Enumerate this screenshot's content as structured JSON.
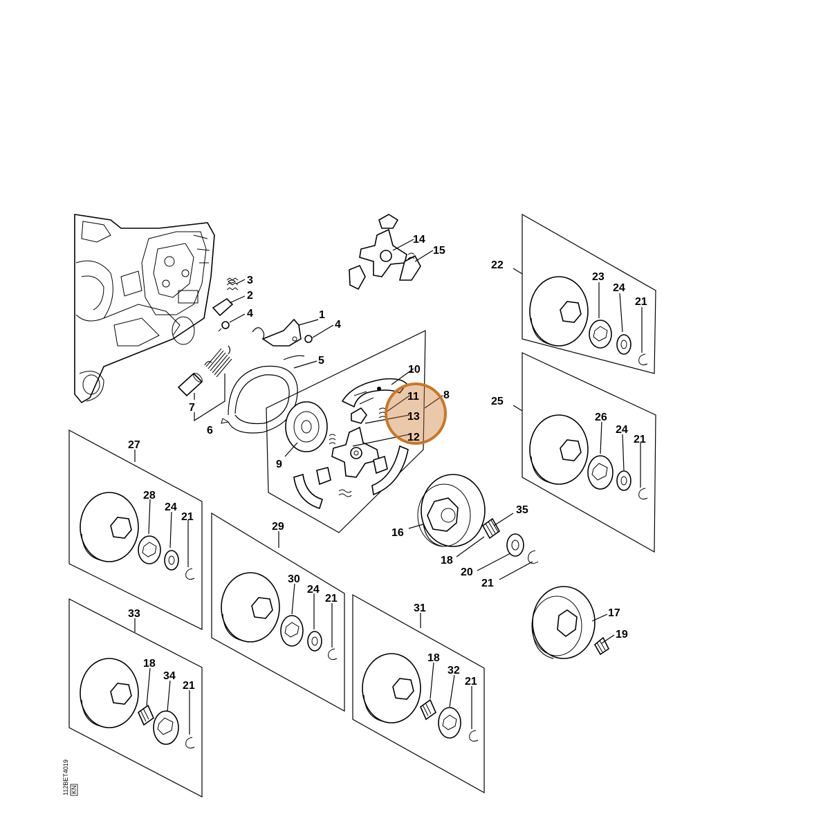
{
  "diagram": {
    "labels": [
      {
        "id": "l1",
        "text": "1"
      },
      {
        "id": "l2",
        "text": "2"
      },
      {
        "id": "l3",
        "text": "3"
      },
      {
        "id": "l4a",
        "text": "4"
      },
      {
        "id": "l4b",
        "text": "4"
      },
      {
        "id": "l5",
        "text": "5"
      },
      {
        "id": "l6",
        "text": "6"
      },
      {
        "id": "l7",
        "text": "7"
      },
      {
        "id": "l8",
        "text": "8"
      },
      {
        "id": "l9",
        "text": "9"
      },
      {
        "id": "l10",
        "text": "10"
      },
      {
        "id": "l11",
        "text": "11"
      },
      {
        "id": "l12",
        "text": "12"
      },
      {
        "id": "l13",
        "text": "13"
      },
      {
        "id": "l14",
        "text": "14"
      },
      {
        "id": "l15",
        "text": "15"
      },
      {
        "id": "l16",
        "text": "16"
      },
      {
        "id": "l17",
        "text": "17"
      },
      {
        "id": "l18a",
        "text": "18"
      },
      {
        "id": "l18b",
        "text": "18"
      },
      {
        "id": "l18c",
        "text": "18"
      },
      {
        "id": "l19",
        "text": "19"
      },
      {
        "id": "l20",
        "text": "20"
      },
      {
        "id": "l21a",
        "text": "21"
      },
      {
        "id": "l21b",
        "text": "21"
      },
      {
        "id": "l21c",
        "text": "21"
      },
      {
        "id": "l21d",
        "text": "21"
      },
      {
        "id": "l21e",
        "text": "21"
      },
      {
        "id": "l21f",
        "text": "21"
      },
      {
        "id": "l21g",
        "text": "21"
      },
      {
        "id": "l22",
        "text": "22"
      },
      {
        "id": "l23",
        "text": "23"
      },
      {
        "id": "l24a",
        "text": "24"
      },
      {
        "id": "l24b",
        "text": "24"
      },
      {
        "id": "l24c",
        "text": "24"
      },
      {
        "id": "l24d",
        "text": "24"
      },
      {
        "id": "l25",
        "text": "25"
      },
      {
        "id": "l26",
        "text": "26"
      },
      {
        "id": "l27",
        "text": "27"
      },
      {
        "id": "l28",
        "text": "28"
      },
      {
        "id": "l29",
        "text": "29"
      },
      {
        "id": "l30",
        "text": "30"
      },
      {
        "id": "l31",
        "text": "31"
      },
      {
        "id": "l32",
        "text": "32"
      },
      {
        "id": "l33",
        "text": "33"
      },
      {
        "id": "l34",
        "text": "34"
      },
      {
        "id": "l35",
        "text": "35"
      }
    ],
    "highlight_color": "#c8772a",
    "drawing_code": "112BET4019",
    "drawing_code_suffix": "KN"
  }
}
